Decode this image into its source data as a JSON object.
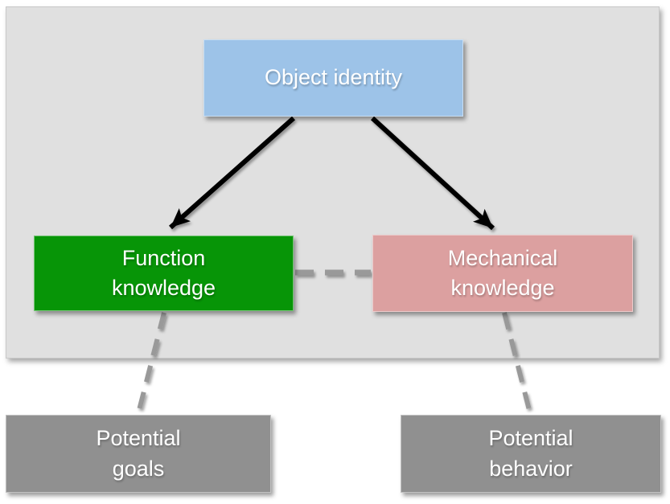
{
  "page": {
    "background": "#ffffff"
  },
  "panel": {
    "fill": "#e0e0e0"
  },
  "nodes": {
    "object_identity": {
      "label": "Object identity",
      "fill": "#9dc3e8",
      "text_color": "#ffffff"
    },
    "function_knowledge": {
      "label": "Function\nknowledge",
      "fill": "#079507",
      "text_color": "#ffffff"
    },
    "mechanical_knowledge": {
      "label": "Mechanical\nknowledge",
      "fill": "#dca0a0",
      "text_color": "#ffffff"
    },
    "potential_goals": {
      "label": "Potential\ngoals",
      "fill": "#909090",
      "text_color": "#ffffff"
    },
    "potential_behavior": {
      "label": "Potential\nbehavior",
      "fill": "#909090",
      "text_color": "#ffffff"
    }
  },
  "edges": {
    "arrow_color": "#000000",
    "dash_color": "#999999",
    "connections": [
      {
        "from": "object_identity",
        "to": "function_knowledge",
        "style": "solid-arrow"
      },
      {
        "from": "object_identity",
        "to": "mechanical_knowledge",
        "style": "solid-arrow"
      },
      {
        "from": "function_knowledge",
        "to": "mechanical_knowledge",
        "style": "dashed"
      },
      {
        "from": "function_knowledge",
        "to": "potential_goals",
        "style": "dashed"
      },
      {
        "from": "mechanical_knowledge",
        "to": "potential_behavior",
        "style": "dashed"
      }
    ]
  }
}
